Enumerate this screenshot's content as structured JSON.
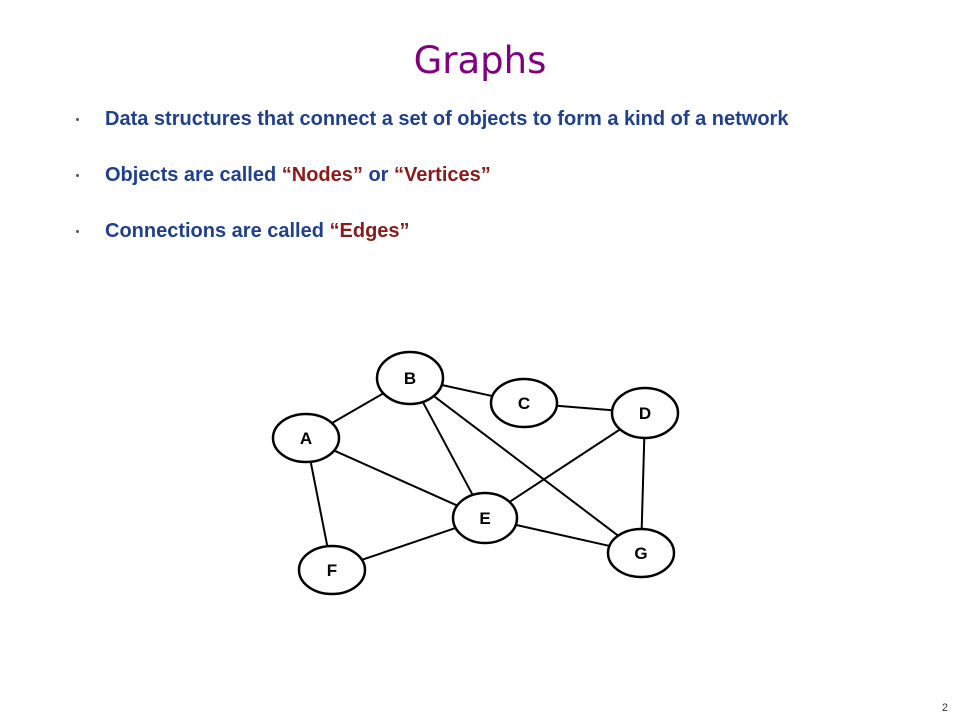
{
  "slide": {
    "title": "Graphs",
    "page_number": "2"
  },
  "bullets": [
    {
      "parts": [
        {
          "text": "Data structures that connect a set of objects to form a kind of a network",
          "emphasis": false
        }
      ]
    },
    {
      "parts": [
        {
          "text": "Objects are called ",
          "emphasis": false
        },
        {
          "text": "“Nodes”",
          "emphasis": true
        },
        {
          "text": " or ",
          "emphasis": false
        },
        {
          "text": "“Vertices”",
          "emphasis": true
        }
      ]
    },
    {
      "parts": [
        {
          "text": "Connections are called ",
          "emphasis": false
        },
        {
          "text": "“Edges”",
          "emphasis": true
        }
      ]
    }
  ],
  "graph": {
    "nodes": [
      "A",
      "B",
      "C",
      "D",
      "E",
      "F",
      "G"
    ],
    "edges": [
      [
        "A",
        "B"
      ],
      [
        "A",
        "E"
      ],
      [
        "A",
        "F"
      ],
      [
        "B",
        "C"
      ],
      [
        "B",
        "E"
      ],
      [
        "B",
        "G"
      ],
      [
        "C",
        "D"
      ],
      [
        "D",
        "E"
      ],
      [
        "D",
        "G"
      ],
      [
        "E",
        "F"
      ],
      [
        "E",
        "G"
      ]
    ]
  },
  "colors": {
    "title": "#800080",
    "body_text": "#1f3f8f",
    "emphasis": "#8b1a1a",
    "node_stroke": "#000000",
    "node_fill": "#ffffff",
    "edge": "#000000"
  }
}
